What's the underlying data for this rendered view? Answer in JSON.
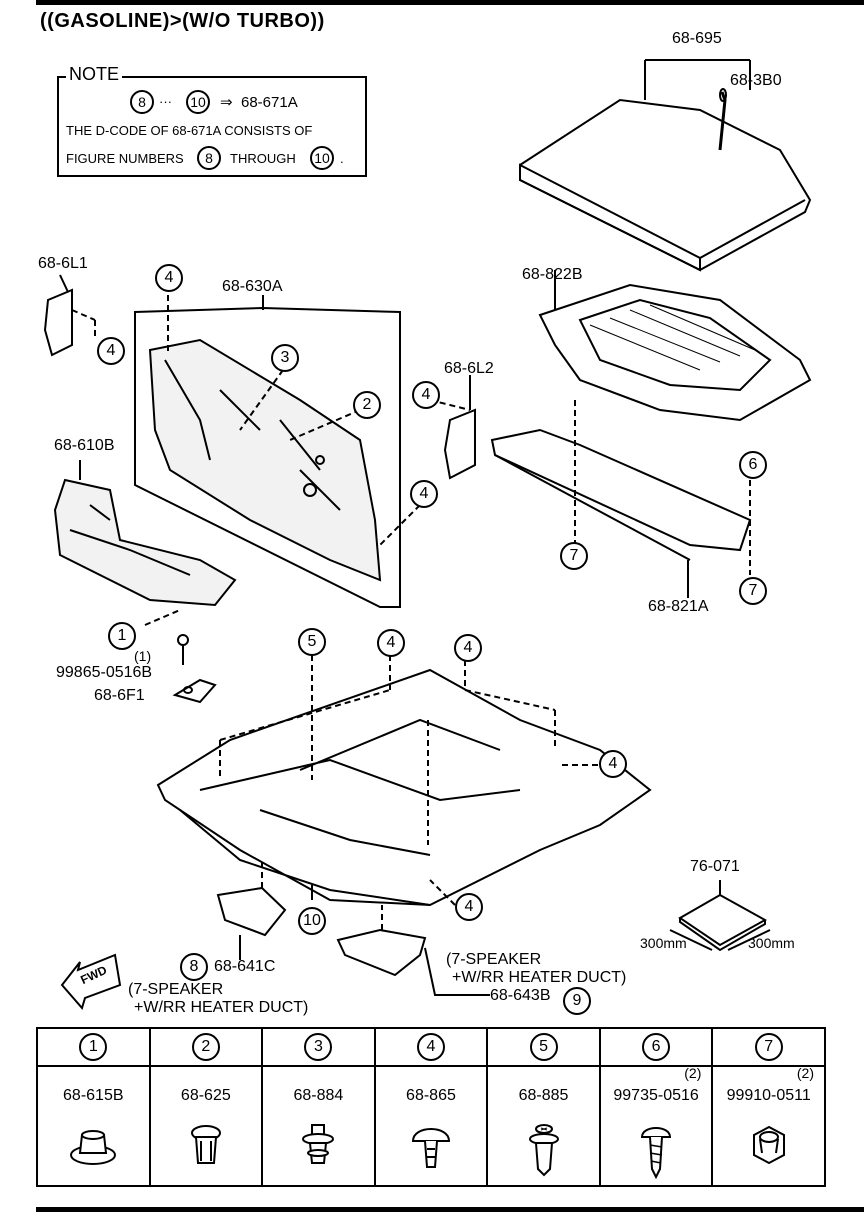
{
  "title": "((GASOLINE)>(W/O TURBO))",
  "note": {
    "heading": "NOTE",
    "range_from": "8",
    "range_dots": "···",
    "range_to": "10",
    "arrow": "⇒",
    "range_code": "68-671A",
    "line2": "THE D-CODE OF 68-671A CONSISTS OF",
    "line3_pre": "FIGURE NUMBERS",
    "line3_from": "8",
    "line3_mid": "THROUGH",
    "line3_to": "10",
    "line3_end": "."
  },
  "labels": {
    "p68_695": "68-695",
    "p68_3B0": "68-3B0",
    "p68_6L1": "68-6L1",
    "p68_630A": "68-630A",
    "p68_822B": "68-822B",
    "p68_6L2": "68-6L2",
    "p68_610B": "68-610B",
    "p68_821A": "68-821A",
    "p99865": "99865-0516B",
    "p99865_qty": "(1)",
    "p68_6F1": "68-6F1",
    "p76_071": "76-071",
    "dim1": "300mm",
    "dim2": "300mm",
    "p68_641C": "68-641C",
    "p68_643B": "68-643B",
    "note_left_1": "(7-SPEAKER",
    "note_left_2": "+W/RR HEATER DUCT)",
    "note_right_1": "(7-SPEAKER",
    "note_right_2": "+W/RR HEATER DUCT)",
    "fwd": "FWD"
  },
  "callouts": {
    "c4a": "4",
    "c4b": "4",
    "c3": "3",
    "c2": "2",
    "c4c": "4",
    "c4d": "4",
    "c6": "6",
    "c7a": "7",
    "c7b": "7",
    "c1": "1",
    "c5": "5",
    "c4e": "4",
    "c4f": "4",
    "c4g": "4",
    "c4h": "4",
    "c10": "10",
    "c8": "8",
    "c9": "9"
  },
  "parts_table": [
    {
      "index": "1",
      "part_no": "68-615B",
      "qty": "",
      "icon": "push-clip-icon"
    },
    {
      "index": "2",
      "part_no": "68-625",
      "qty": "",
      "icon": "button-clip-icon"
    },
    {
      "index": "3",
      "part_no": "68-884",
      "qty": "",
      "icon": "stud-clip-icon"
    },
    {
      "index": "4",
      "part_no": "68-865",
      "qty": "",
      "icon": "mushroom-clip-icon"
    },
    {
      "index": "5",
      "part_no": "68-885",
      "qty": "",
      "icon": "screw-rivet-icon"
    },
    {
      "index": "6",
      "part_no": "99735-0516",
      "qty": "(2)",
      "icon": "tapping-screw-icon"
    },
    {
      "index": "7",
      "part_no": "99910-0511",
      "qty": "(2)",
      "icon": "nut-clip-icon"
    }
  ]
}
